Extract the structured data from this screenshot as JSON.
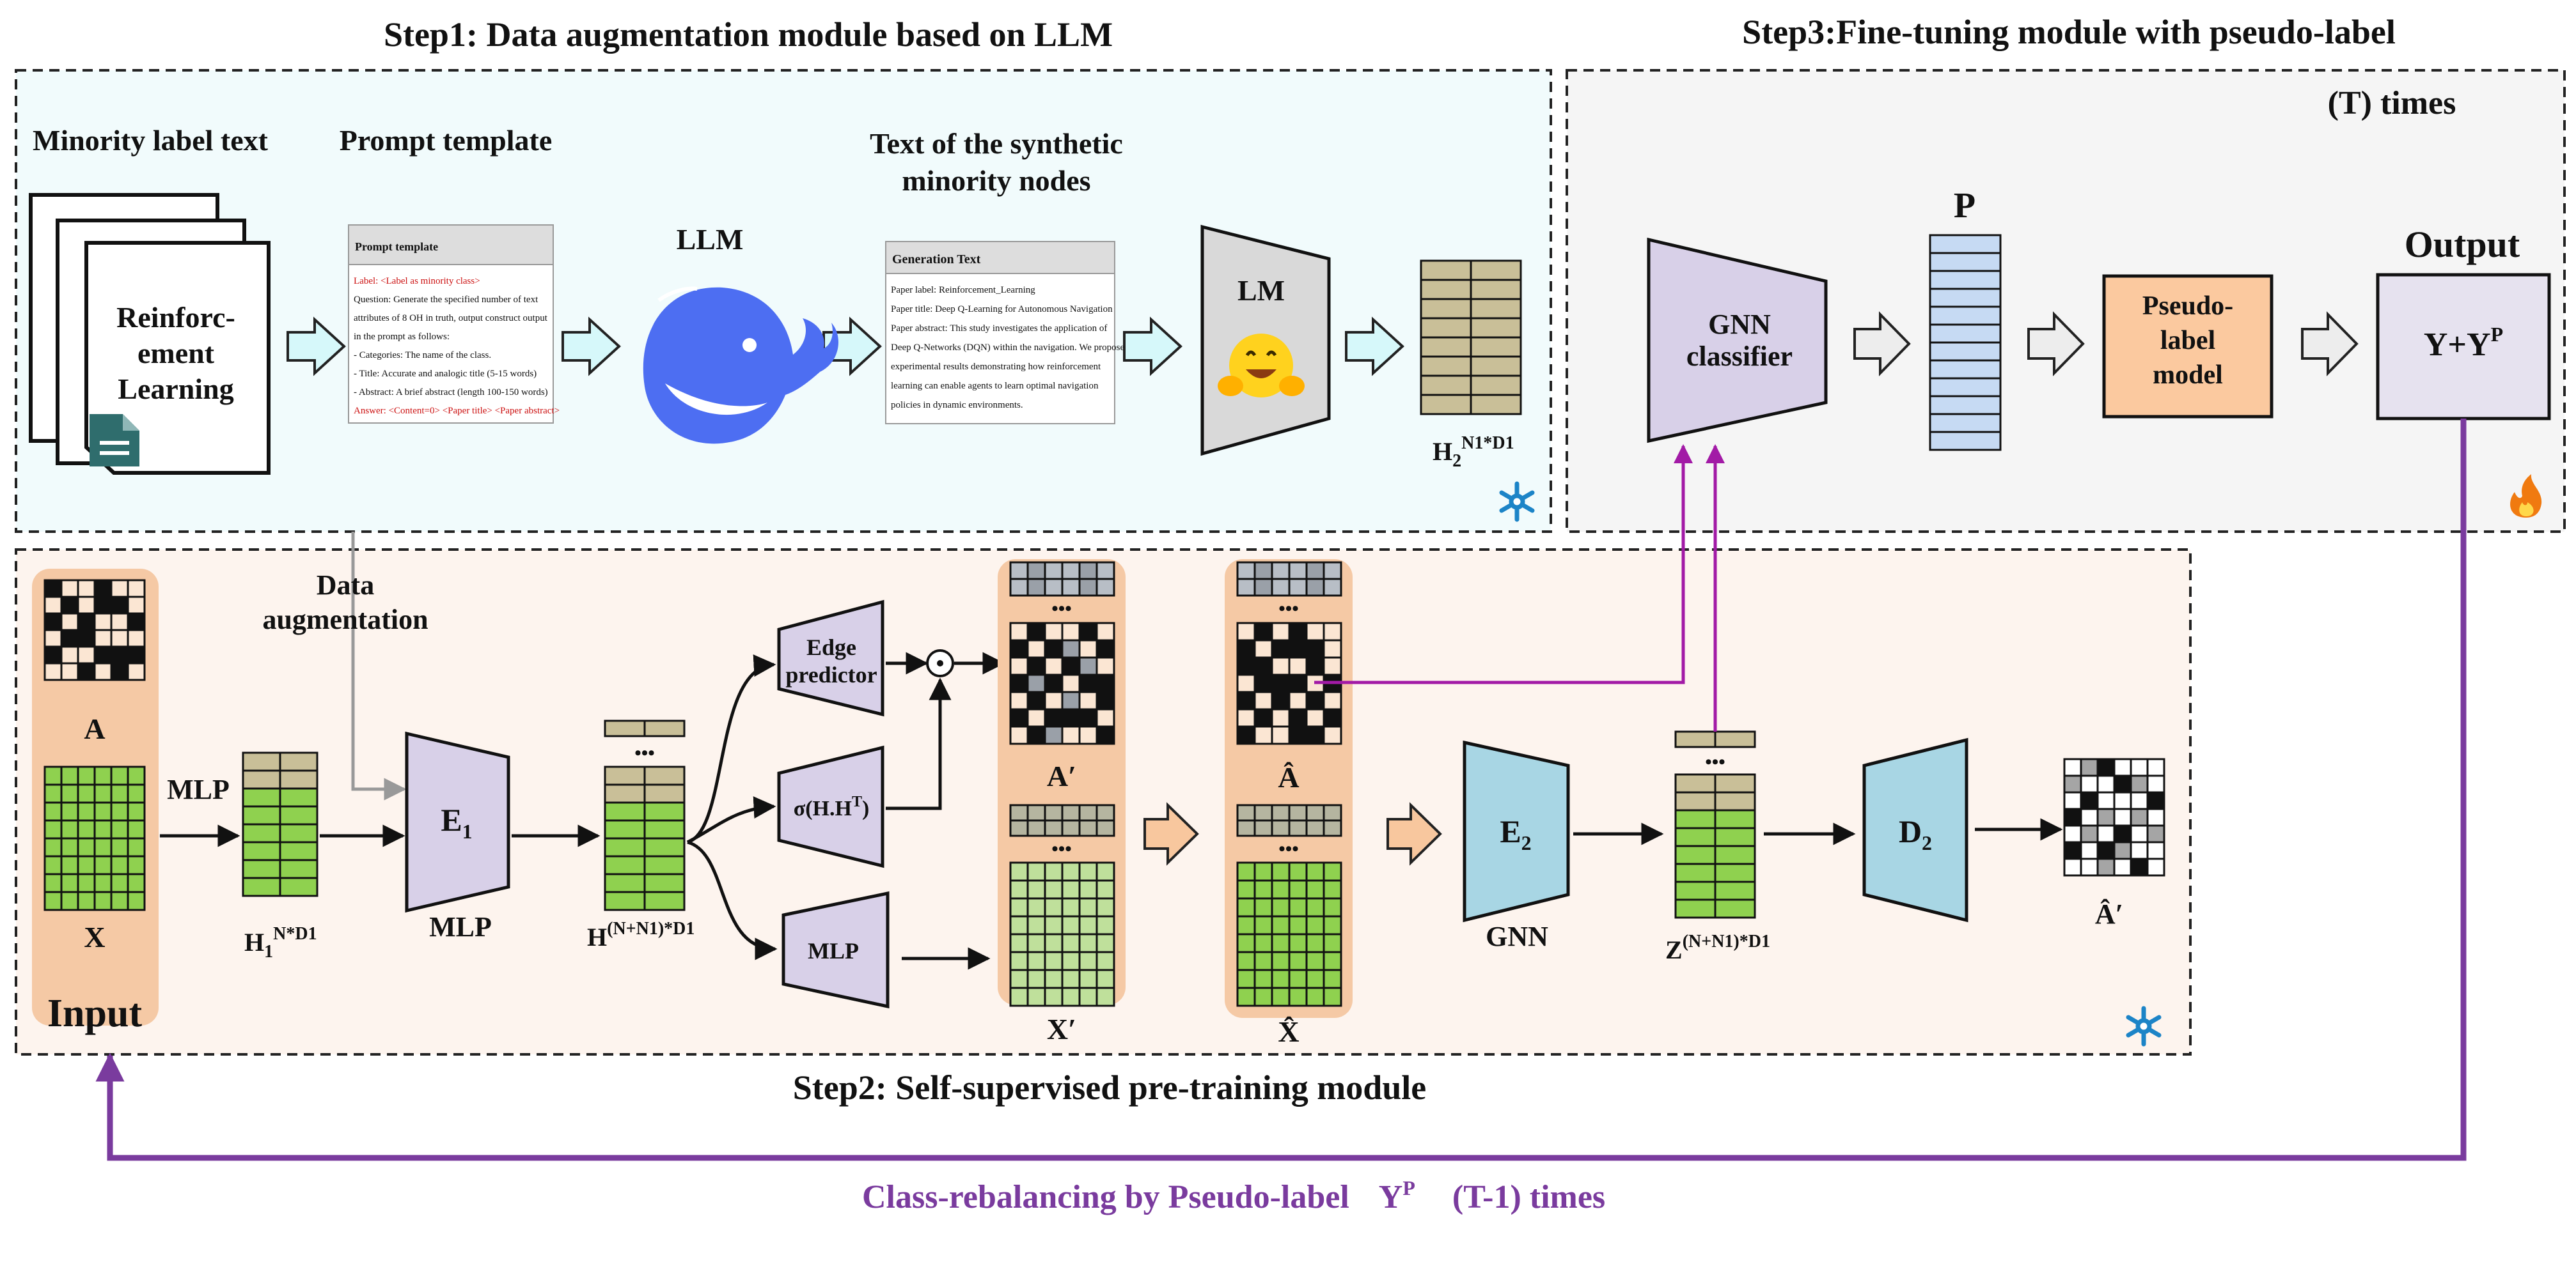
{
  "steps": {
    "step1_title": "Step1: Data augmentation module based on LLM",
    "step2_title": "Step2: Self-supervised pre-training module",
    "step3_title": "Step3:Fine-tuning module with pseudo-label",
    "times_label": "(T) times"
  },
  "step1": {
    "minority_label": "Minority label text",
    "doc_lines": [
      "Reinforc-",
      "ement",
      "Learning"
    ],
    "prompt_caption": "Prompt template",
    "prompt_header": "Prompt template",
    "prompt_lines": [
      {
        "text": "Label: <Label as minority class>",
        "color": "#cc1111"
      },
      {
        "text": "Question: Generate the specified number of text",
        "color": "#111111"
      },
      {
        "text": "attributes of 8 OH in truth, output construct output",
        "color": "#111111"
      },
      {
        "text": "in the prompt as follows:",
        "color": "#111111"
      },
      {
        "text": "- Categories: The name of the class.",
        "color": "#111111"
      },
      {
        "text": "- Title: Accurate and analogic title (5-15 words)",
        "color": "#111111"
      },
      {
        "text": "- Abstract: A brief abstract (length 100-150 words)",
        "color": "#111111"
      },
      {
        "text": "Answer: <Content=0> <Paper title> <Paper abstract>",
        "color": "#cc1111"
      }
    ],
    "llm_label": "LLM",
    "synthetic_caption_line1": "Text of the synthetic",
    "synthetic_caption_line2": "minority nodes",
    "gen_header": "Generation Text",
    "gen_lines": [
      "Paper label: Reinforcement_Learning",
      "Paper title: Deep Q-Learning for Autonomous Navigation",
      "Paper abstract: This study investigates the application of",
      "Deep Q-Networks (DQN) within the navigation. We propose",
      "experimental results demonstrating how reinforcement",
      "learning can enable agents to learn optimal navigation",
      "policies in dynamic environments."
    ],
    "lm_label": "LM",
    "h2_base": "H",
    "h2_sub": "2",
    "h2_sup": "N1*D1"
  },
  "step2": {
    "data_aug_line1": "Data",
    "data_aug_line2": "augmentation",
    "a_label": "A",
    "x_label": "X",
    "input_label": "Input",
    "mlp_arrow_label": "MLP",
    "h1_base": "H",
    "h1_sub": "1",
    "h1_sup": "N*D1",
    "e1_base": "E",
    "e1_sub": "1",
    "e1_caption": "MLP",
    "h_base": "H",
    "h_sup": "(N+N1)*D1",
    "edge_predictor_line1": "Edge",
    "edge_predictor_line2": "predictor",
    "sigma_label": "σ(H.H",
    "sigma_sup": "T",
    "sigma_close": ")",
    "mlp_box_label": "MLP",
    "odot": "⊙",
    "a_prime": "A′",
    "x_prime": "X′",
    "a_hat": "Â",
    "x_hat": "X̂",
    "e2_base": "E",
    "e2_sub": "2",
    "gnn_label": "GNN",
    "z_base": "Z",
    "z_sup": "(N+N1)*D1",
    "d2_base": "D",
    "d2_sub": "2",
    "a_hat_prime": "Â′",
    "dots": "•••"
  },
  "step3": {
    "gnn_classifier_line1": "GNN",
    "gnn_classifier_line2": "classifier",
    "p_label": "P",
    "pseudo_line1": "Pseudo-",
    "pseudo_line2": "label",
    "pseudo_line3": "model",
    "output_label": "Output",
    "output_box": "Y+Y",
    "output_sup": "P"
  },
  "footer": {
    "rebalance_text": "Class-rebalancing by Pseudo-label",
    "rebalance_y": "Y",
    "rebalance_sup": "P",
    "rebalance_times": "(T-1) times"
  },
  "colors": {
    "step1_bg": "#f1fbfc",
    "step2_bg": "#fdf4ee",
    "step3_bg": "#f5f5f5",
    "input_band": "#f5c9a5",
    "tan": "#c9bf98",
    "green": "#8fd14f",
    "light_green": "#bfe09b",
    "purple_box": "#d8d0e8",
    "teal_box": "#a8d6e4",
    "arrow_cyan": "#d6f8fa",
    "arrow_orange": "#f8c79e",
    "arrow_gray": "#ededed",
    "p_cell": "#c6daf3",
    "pseudo_box": "#fbc99f",
    "accent_purple": "#a21aa6",
    "rebalance_purple": "#7a3b9e",
    "whale_blue": "#4d6ef2",
    "snow_blue": "#1c84c7"
  },
  "icons": [
    "document-icon",
    "whale-icon",
    "hugging-face-icon",
    "snowflake-icon",
    "fire-icon"
  ]
}
